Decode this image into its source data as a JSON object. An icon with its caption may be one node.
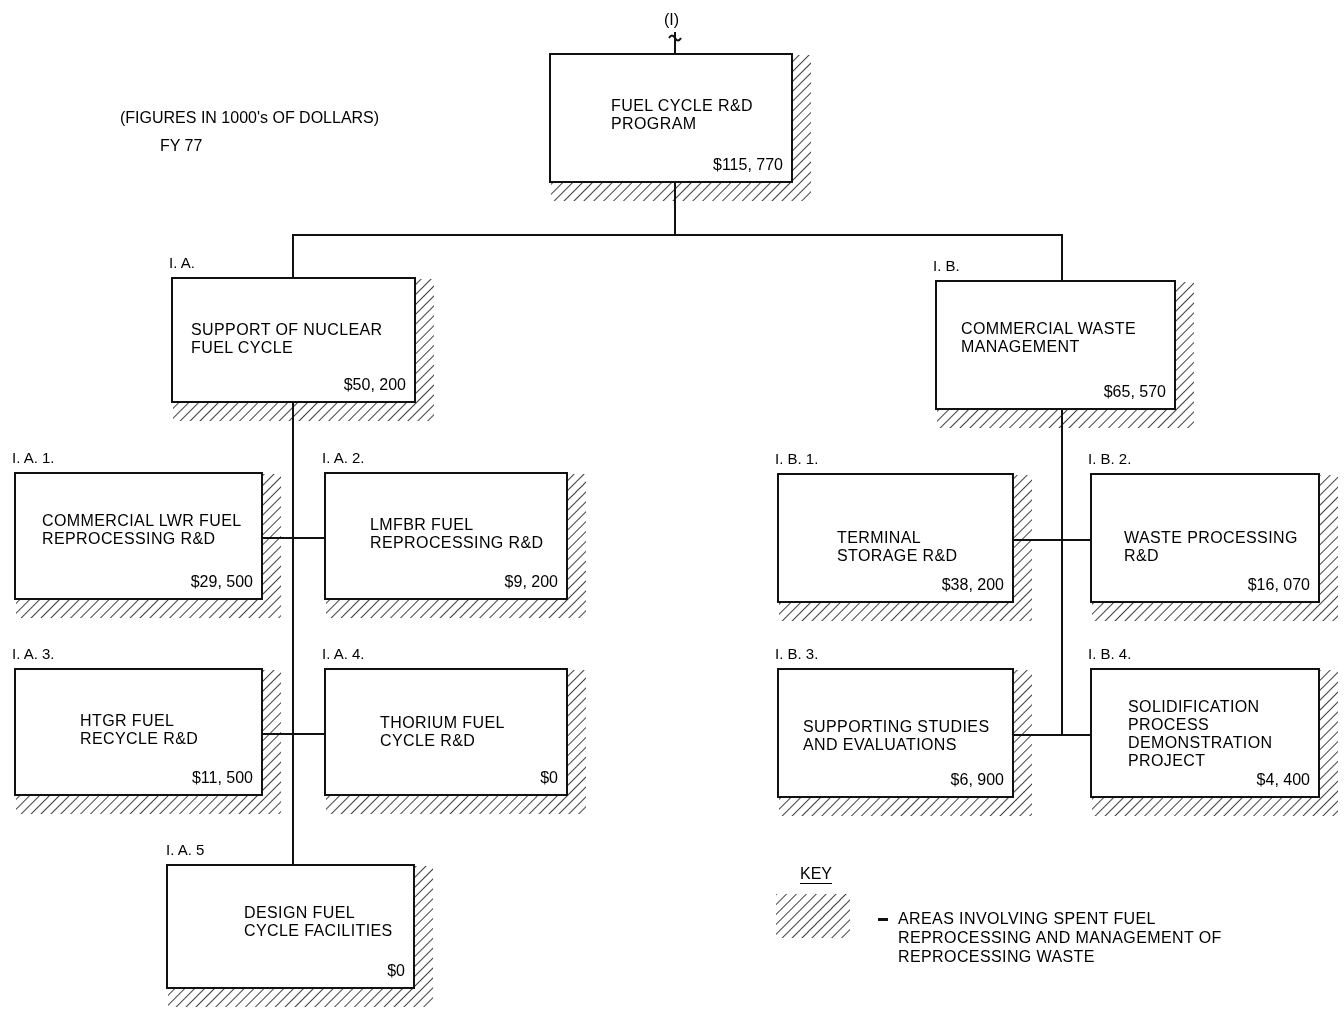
{
  "diagram": {
    "nodes": [
      {
        "text": [
          "(I)"
        ]
      },
      {
        "text": [
          "FUEL CYCLE R&D PROGRAM",
          "$115, 770"
        ]
      },
      {
        "text": [
          "SUPPORT OF NUCLEAR FUEL CYCLE",
          "$50, 200"
        ],
        "beside": [
          "I. A."
        ]
      },
      {
        "text": [
          "COMMERCIAL WASTE MANAGEMENT",
          "$65, 570"
        ],
        "beside": [
          "I. B."
        ]
      },
      {
        "text": [
          "COMMERCIAL LWR FUEL REPROCESSING R&D",
          "$29, 500"
        ],
        "beside": [
          "I. A. 1."
        ]
      },
      {
        "text": [
          "LMFBR FUEL REPROCESSING R&D",
          "$9, 200"
        ],
        "beside": [
          "I. A. 2."
        ]
      },
      {
        "text": [
          "HTGR FUEL RECYCLE R&D",
          "$11, 500"
        ],
        "beside": [
          "I. A. 3."
        ]
      },
      {
        "text": [
          "THORIUM FUEL CYCLE R&D",
          "$0"
        ],
        "beside": [
          "I. A. 4."
        ]
      },
      {
        "text": [
          "DESIGN FUEL CYCLE FACILITIES",
          "$0"
        ],
        "beside": [
          "I. A. 5"
        ]
      },
      {
        "text": [
          "TERMINAL STORAGE R&D",
          "$38, 200"
        ],
        "beside": [
          "I. B. 1."
        ]
      },
      {
        "text": [
          "WASTE PROCESSING R&D",
          "$16, 070"
        ],
        "beside": [
          "I. B. 2."
        ]
      },
      {
        "text": [
          "SUPPORTING STUDIES AND EVALUATIONS",
          "$6, 900"
        ],
        "beside": [
          "I. B. 3."
        ]
      },
      {
        "text": [
          "SOLIDIFICATION PROCESS DEMONSTRATION PROJECT",
          "$4, 400"
        ],
        "beside": [
          "I. B. 4."
        ]
      }
    ],
    "edges": [
      {
        "from": 0,
        "to": 1,
        "arrow": "none"
      },
      {
        "from": 1,
        "to": 2,
        "arrow": "none"
      },
      {
        "from": 1,
        "to": 3,
        "arrow": "none"
      },
      {
        "from": 2,
        "to": 4,
        "arrow": "none"
      },
      {
        "from": 2,
        "to": 5,
        "arrow": "none"
      },
      {
        "from": 2,
        "to": 6,
        "arrow": "none"
      },
      {
        "from": 2,
        "to": 7,
        "arrow": "none"
      },
      {
        "from": 2,
        "to": 8,
        "arrow": "none"
      },
      {
        "from": 3,
        "to": 9,
        "arrow": "none"
      },
      {
        "from": 3,
        "to": 10,
        "arrow": "none"
      },
      {
        "from": 3,
        "to": 11,
        "arrow": "none"
      },
      {
        "from": 3,
        "to": 12,
        "arrow": "none"
      }
    ],
    "labels": [
      "(FIGURES IN 1000's OF DOLLARS)",
      "FY 77",
      "KEY"
    ],
    "legend": [
      {
        "text": "AREAS INVOLVING SPENT FUEL REPROCESSING AND MANAGEMENT OF REPROCESSING WASTE"
      }
    ]
  }
}
